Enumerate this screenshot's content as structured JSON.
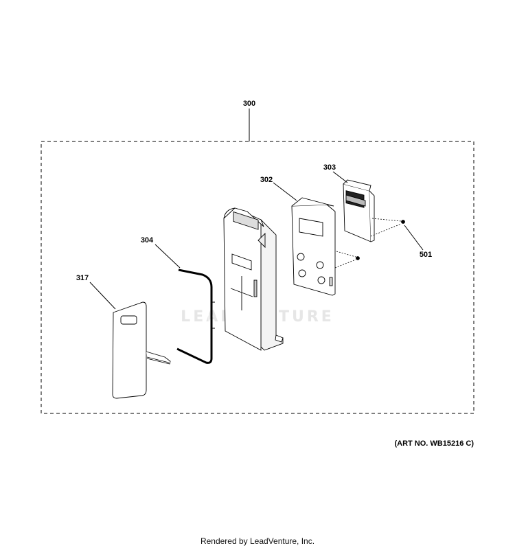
{
  "callouts": {
    "assembly": "300",
    "panel": "302",
    "board": "303",
    "gasket": "304",
    "membrane": "317",
    "screw": "501"
  },
  "watermark": "LEADVENTURE",
  "art_number": "(ART NO. WB15216 C)",
  "footer": "Rendered by LeadVenture, Inc."
}
